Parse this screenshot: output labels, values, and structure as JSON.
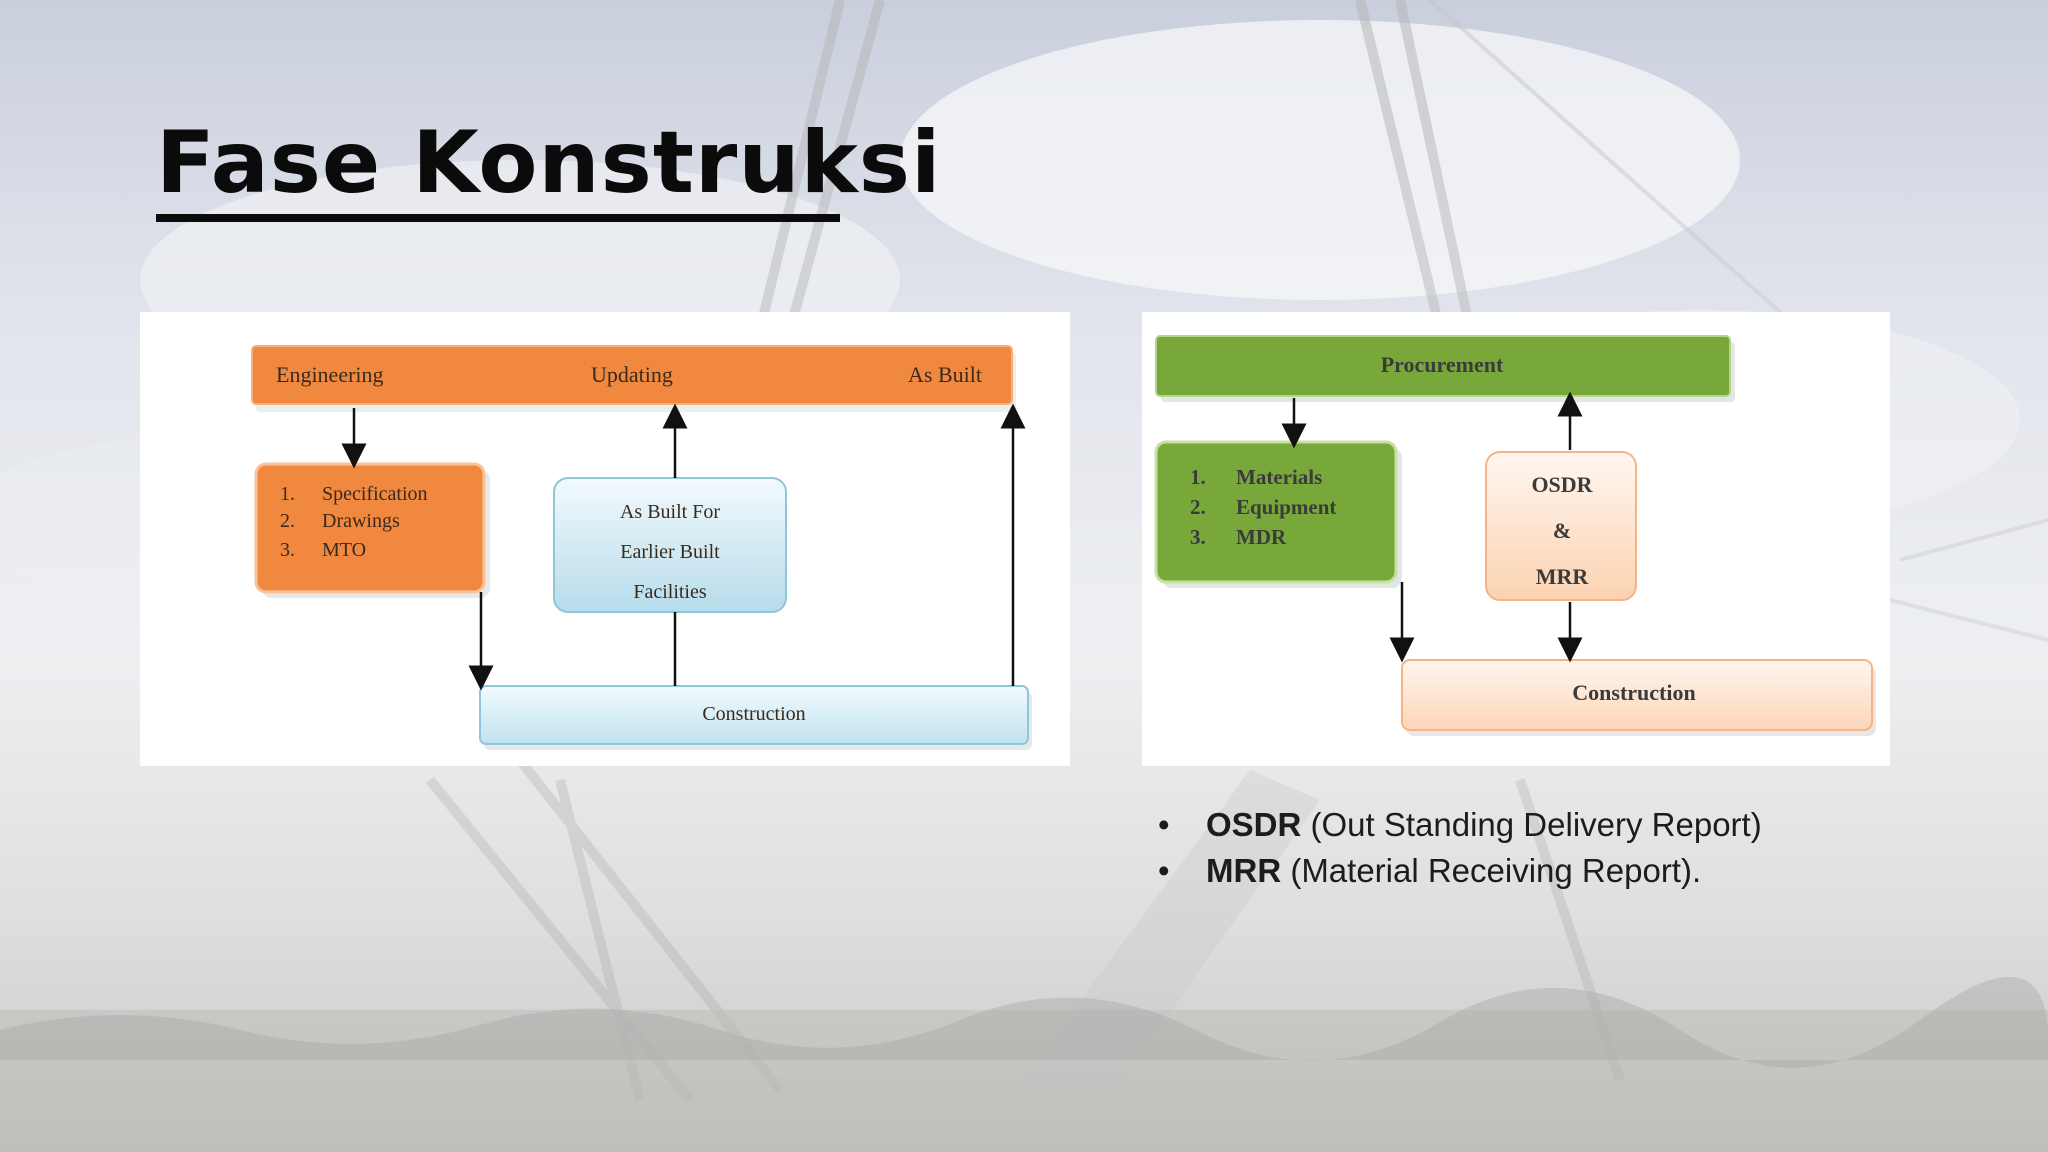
{
  "slide": {
    "title": "Fase Konstruksi"
  },
  "diagram_left": {
    "top_bar": {
      "left_label": "Engineering",
      "center_label": "Updating",
      "right_label": "As Built"
    },
    "spec_box": {
      "items": [
        "Specification",
        "Drawings",
        "MTO"
      ]
    },
    "asbuilt_box": {
      "line1": "As Built For",
      "line2": "Earlier Built",
      "line3": "Facilities"
    },
    "construction_label": "Construction"
  },
  "diagram_right": {
    "procurement_label": "Procurement",
    "materials_box": {
      "items": [
        "Materials",
        "Equipment",
        "MDR"
      ]
    },
    "osdr_box": {
      "line1": "OSDR",
      "line2": "&",
      "line3": "MRR"
    },
    "construction_label": "Construction"
  },
  "notes": [
    {
      "term": "OSDR",
      "desc": " (Out Standing Delivery Report)"
    },
    {
      "term": "MRR",
      "desc": " (Material Receiving Report)."
    }
  ],
  "colors": {
    "engineering_orange": "#f0893f",
    "procurement_green": "#78a83a",
    "light_blue": "#cfe8f2",
    "light_peach": "#fde4cf"
  }
}
